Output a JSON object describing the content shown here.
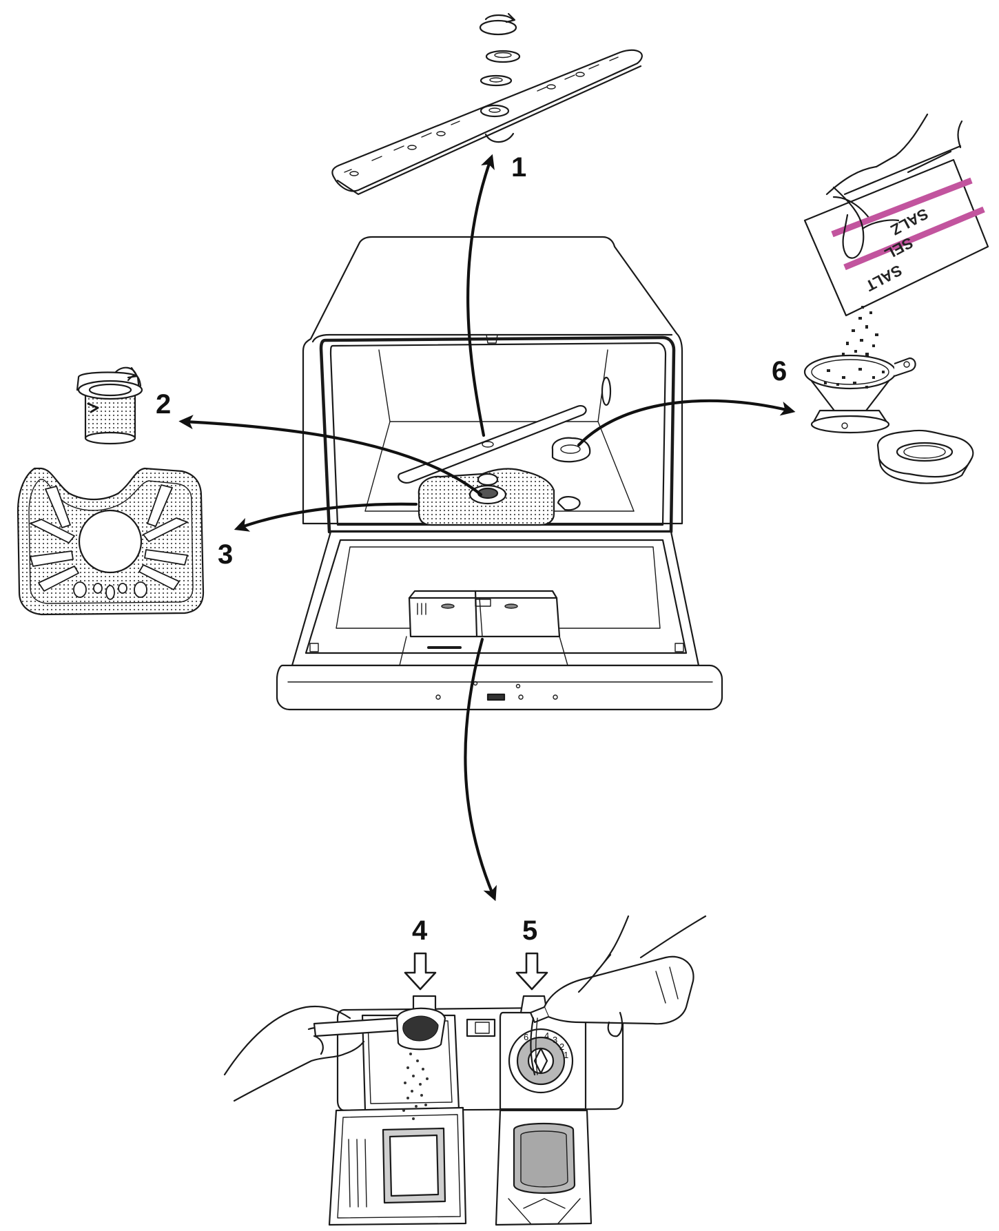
{
  "labels": {
    "step_1": "1",
    "step_2": "2",
    "step_3": "3",
    "step_4": "4",
    "step_5": "5",
    "step_6": "6"
  },
  "salt_bag": {
    "lines": [
      "SALZ",
      "SEL",
      "SALT"
    ]
  },
  "rinse_dial": {
    "numbers": [
      "6",
      "4",
      "3",
      "2",
      "1"
    ]
  },
  "colors": {
    "stroke": "#1a1a1a",
    "salt_stripe": "#c2549e",
    "dial_fill": "#b8b8b8"
  }
}
